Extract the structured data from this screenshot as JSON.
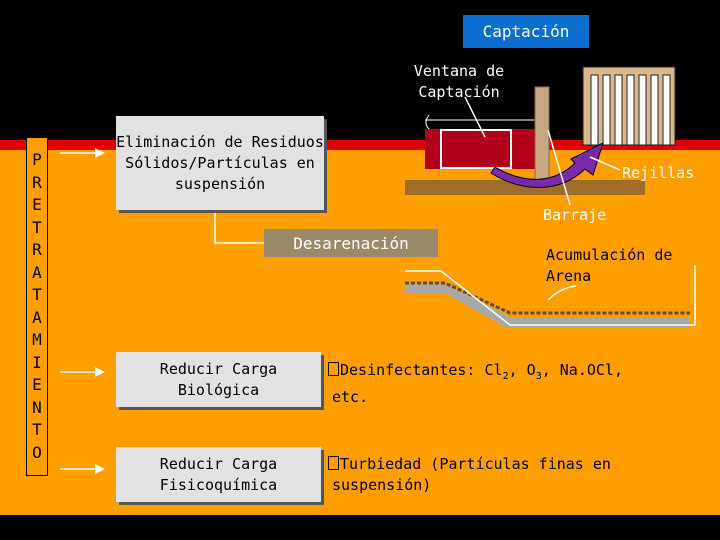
{
  "header": {
    "title": "Captación"
  },
  "left_label": {
    "letters": [
      "P",
      "R",
      "E",
      "T",
      "R",
      "A",
      "T",
      "A",
      "M",
      "I",
      "E",
      "N",
      "T",
      "O"
    ]
  },
  "boxes": {
    "eliminacion": "Eliminación de Residuos Sólidos/Partículas en suspensión",
    "desarenacion": "Desarenación",
    "biologica": "Reducir Carga Biológica",
    "fisicoquimica": "Reducir Carga Fisicoquímica"
  },
  "labels": {
    "ventana_1": "Ventana de",
    "ventana_2": "Captación",
    "rejillas": "Rejillas",
    "barraje": "Barraje",
    "acumulacion_1": "Acumulación de",
    "acumulacion_2": "Arena"
  },
  "notes": {
    "desinf_prefix": "Desinfectantes: Cl",
    "desinf_sub1": "2",
    "desinf_mid": ", O",
    "desinf_sub2": "3",
    "desinf_suffix": ", Na.OCl,",
    "desinf_line2": "etc.",
    "turb_line1": "Turbiedad (Partículas finas en",
    "turb_line2": "suspensión)"
  },
  "colors": {
    "background": "#ff9e00",
    "top": "#000000",
    "accent_blue": "#0a6fd0",
    "red_band": "#e00000"
  }
}
